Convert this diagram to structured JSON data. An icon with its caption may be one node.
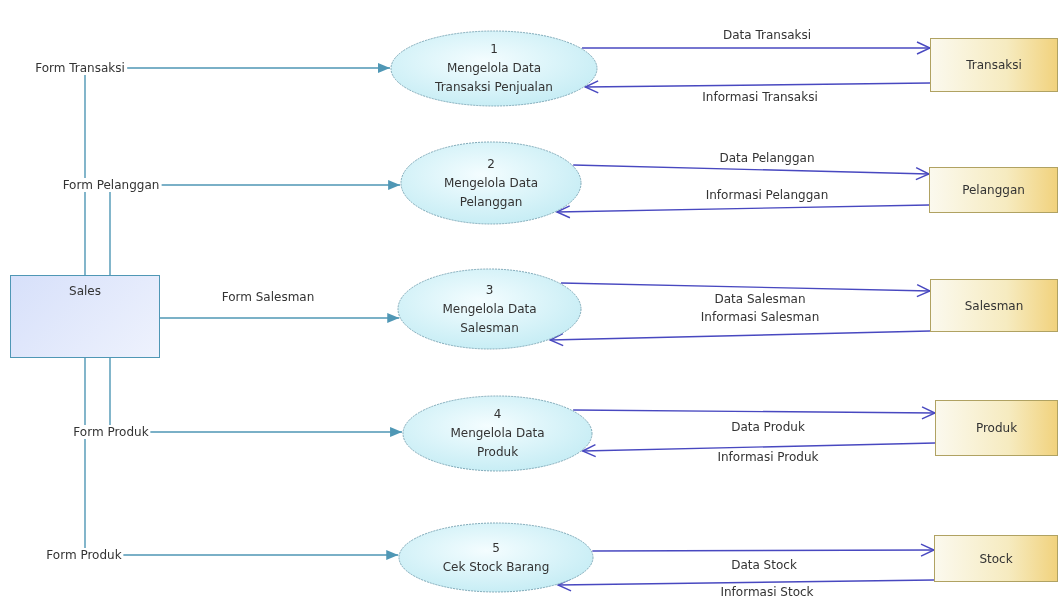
{
  "diagram": {
    "nodes": [
      {
        "text": [
          "Sales"
        ]
      },
      {
        "text": [
          "1",
          "Mengelola Data Transaksi Penjualan"
        ]
      },
      {
        "text": [
          "2",
          "Mengelola Data Pelanggan"
        ]
      },
      {
        "text": [
          "3",
          "Mengelola Data Salesman"
        ]
      },
      {
        "text": [
          "4",
          "Mengelola Data Produk"
        ]
      },
      {
        "text": [
          "5",
          "Cek Stock Barang"
        ]
      },
      {
        "text": [
          "Transaksi"
        ]
      },
      {
        "text": [
          "Pelanggan"
        ]
      },
      {
        "text": [
          "Salesman"
        ]
      },
      {
        "text": [
          "Produk"
        ]
      },
      {
        "text": [
          "Stock"
        ]
      }
    ],
    "edges": [
      {
        "from": 0,
        "to": 1,
        "arrow": "to",
        "label": "Form Transaksi",
        "color": "#4f97b5"
      },
      {
        "from": 0,
        "to": 2,
        "arrow": "to",
        "label": "Form Pelanggan",
        "color": "#4f97b5"
      },
      {
        "from": 0,
        "to": 3,
        "arrow": "to",
        "label": "Form Salesman",
        "color": "#4f97b5"
      },
      {
        "from": 0,
        "to": 4,
        "arrow": "to",
        "label": "Form Produk",
        "color": "#4f97b5"
      },
      {
        "from": 0,
        "to": 5,
        "arrow": "to",
        "label": "Form Produk",
        "color": "#4f97b5"
      },
      {
        "from": 1,
        "to": 6,
        "arrow": "to",
        "label": "Data Transaksi"
      },
      {
        "from": 6,
        "to": 1,
        "arrow": "to",
        "label": "Informasi Transaksi"
      },
      {
        "from": 2,
        "to": 7,
        "arrow": "to",
        "label": "Data Pelanggan"
      },
      {
        "from": 7,
        "to": 2,
        "arrow": "to",
        "label": "Informasi Pelanggan"
      },
      {
        "from": 3,
        "to": 8,
        "arrow": "to",
        "label": "Data Salesman"
      },
      {
        "from": 8,
        "to": 3,
        "arrow": "to",
        "label": "Informasi Salesman"
      },
      {
        "from": 4,
        "to": 9,
        "arrow": "to",
        "label": "Data Produk"
      },
      {
        "from": 9,
        "to": 4,
        "arrow": "to",
        "label": "Informasi Produk"
      },
      {
        "from": 5,
        "to": 10,
        "arrow": "to",
        "label": "Data Stock"
      },
      {
        "from": 10,
        "to": 5,
        "arrow": "to",
        "label": "Informasi Stock"
      }
    ]
  }
}
